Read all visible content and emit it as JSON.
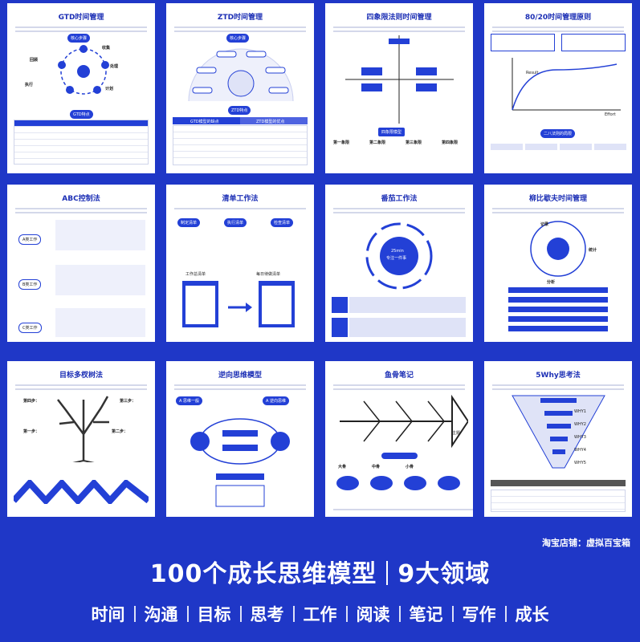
{
  "cards": [
    {
      "title": "GTD时间管理",
      "labels": [
        "收集",
        "处理",
        "计划",
        "执行",
        "回顾"
      ],
      "pills": [
        "核心步骤",
        "GTD特点"
      ]
    },
    {
      "title": "ZTD时间管理",
      "pills": [
        "核心步骤",
        "ZTD特点",
        "GTD模型的缺点",
        "ZTD模型的优点"
      ]
    },
    {
      "title": "四象限法则时间管理",
      "labels": [
        "第一象限",
        "第二象限",
        "第三象限",
        "第四象限"
      ],
      "pills": [
        "四象限模型"
      ]
    },
    {
      "title": "80/20时间管理原则",
      "labels": [
        "Result",
        "Effort"
      ],
      "pills": [
        "二八法则的局限"
      ]
    },
    {
      "title": "ABC控制法",
      "labels": [
        "A类工作",
        "B类工作",
        "C类工作"
      ]
    },
    {
      "title": "清单工作法",
      "labels": [
        "制定清单",
        "执行清单",
        "检查清单",
        "工作总清单",
        "每日待做清单"
      ]
    },
    {
      "title": "番茄工作法",
      "labels": [
        "25min",
        "专注一件事"
      ]
    },
    {
      "title": "柳比歇夫时间管理",
      "labels": [
        "记录",
        "统计",
        "分析"
      ]
    },
    {
      "title": "目标多杈树法",
      "labels": [
        "第一步：",
        "第二步：",
        "第三步：",
        "第四步："
      ]
    },
    {
      "title": "逆向思维模型",
      "labels": [
        "A 思维一般",
        "A 逆向思维"
      ]
    },
    {
      "title": "鱼骨笔记",
      "labels": [
        "大骨",
        "中骨",
        "小骨",
        "主题"
      ]
    },
    {
      "title": "5Why思考法",
      "labels": [
        "WHY1",
        "WHY2",
        "WHY3",
        "WHY4",
        "WHY5"
      ]
    }
  ],
  "shop_label": "淘宝店铺：虚拟百宝箱",
  "headline": {
    "part1": "100个成长思维模型",
    "part2": "9大领域"
  },
  "categories": [
    "时间",
    "沟通",
    "目标",
    "思考",
    "工作",
    "阅读",
    "笔记",
    "写作",
    "成长"
  ],
  "colors": {
    "background": "#1f37c7",
    "accent": "#2340d6",
    "card": "#ffffff"
  }
}
